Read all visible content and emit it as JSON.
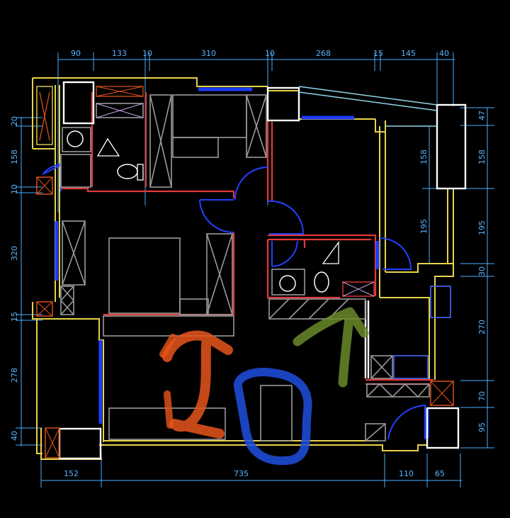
{
  "dimensions": {
    "top": [
      "90",
      "133",
      "10",
      "310",
      "10",
      "268",
      "15",
      "145",
      "40"
    ],
    "bottom": [
      "152",
      "735",
      "110",
      "65"
    ],
    "left": [
      "20",
      "158",
      "10",
      "320",
      "15",
      "278",
      "40"
    ],
    "right_outer": [
      "47",
      "158",
      "195",
      "30",
      "270",
      "70",
      "95"
    ],
    "right_inner": [
      "158",
      "195"
    ]
  },
  "colors": {
    "background": "#000000",
    "outer_wall": "#e8d24a",
    "inner_wall": "#e23a3a",
    "furniture": "#9a9a9a",
    "fixture_box": "#ffffff",
    "dimension": "#4aaeff",
    "window": "#1c3cff",
    "door": "#2340ff",
    "marker_orange": "#e8551c",
    "marker_blue": "#1f4fe0",
    "marker_green": "#6a8a2a"
  },
  "annotations": [
    {
      "shape": "curved-arrow",
      "color": "orange"
    },
    {
      "shape": "loop",
      "color": "blue"
    },
    {
      "shape": "arrow",
      "color": "green"
    }
  ]
}
